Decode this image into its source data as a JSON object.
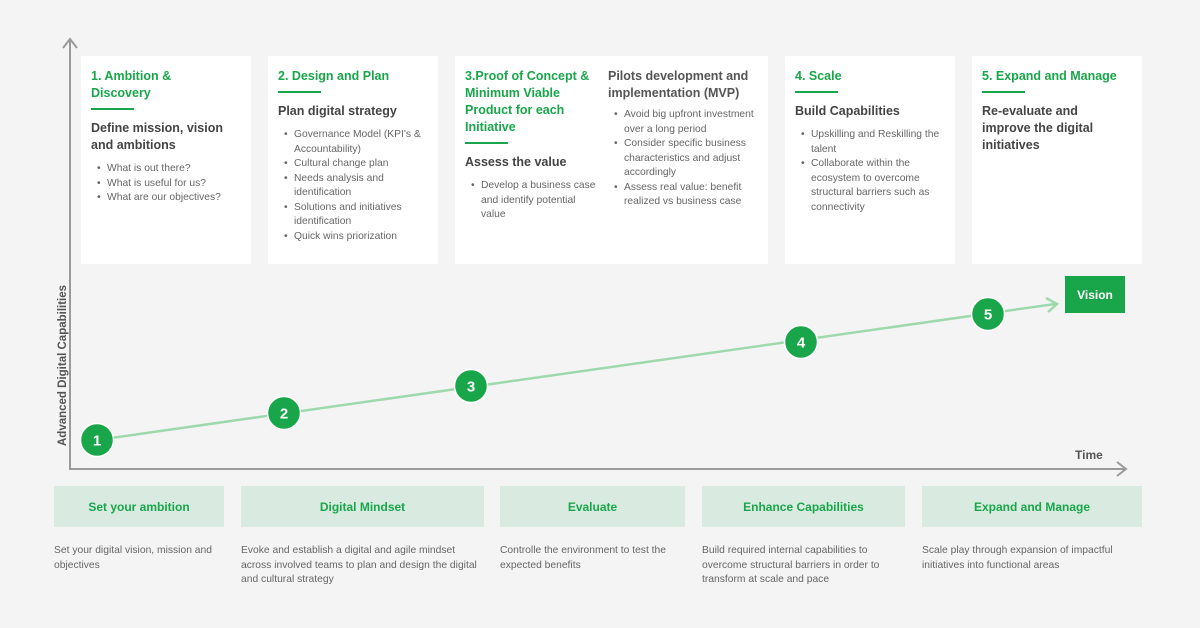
{
  "cards": [
    {
      "title": "1. Ambition & Discovery",
      "heading": "Define mission, vision and ambitions",
      "bullets": [
        "What is out there?",
        "What is useful for us?",
        "What are our objectives?"
      ]
    },
    {
      "title": "2. Design and Plan",
      "heading": "Plan digital strategy",
      "bullets": [
        "Governance Model (KPI's & Accountability)",
        "Cultural change plan",
        "Needs analysis and identification",
        "Solutions and initiatives identification",
        "Quick wins priorization"
      ]
    },
    {
      "title": "3.Proof of Concept & Minimum Viable Product for each Initiative",
      "heading": "Assess the value",
      "bullets": [
        "Develop a business case and identify potential value"
      ],
      "sub_heading": "Pilots development and implementation (MVP)",
      "sub_bullets": [
        "Avoid big upfront investment over a long period",
        "Consider specific business characteristics and adjust accordingly",
        "Assess real value: benefit realized vs business case"
      ]
    },
    {
      "title": "4. Scale",
      "heading": "Build Capabilities",
      "bullets": [
        "Upskilling and Reskilling the talent",
        "Collaborate within the ecosystem to overcome structural barriers such as connectivity"
      ]
    },
    {
      "title": "5. Expand and Manage",
      "heading": "Re-evaluate and improve the digital initiatives",
      "bullets": []
    }
  ],
  "axis": {
    "y_label": "Advanced Digital Capabilities",
    "x_label": "Time"
  },
  "milestones": [
    "1",
    "2",
    "3",
    "4",
    "5"
  ],
  "vision_label": "Vision",
  "phases": [
    {
      "label": "Set your ambition",
      "desc": "Set your digital vision, mission and objectives"
    },
    {
      "label": "Digital Mindset",
      "desc": "Evoke and establish a digital and agile mindset across involved teams to plan and design the digital and cultural strategy"
    },
    {
      "label": "Evaluate",
      "desc": "Controlle the environment to test the expected benefits"
    },
    {
      "label": "Enhance Capabilities",
      "desc": "Build required internal capabilities to overcome structural barriers in order to transform at scale and pace"
    },
    {
      "label": "Expand and Manage",
      "desc": "Scale play through expansion of impactful initiatives into functional areas"
    }
  ],
  "colors": {
    "accent": "#19a64a",
    "line": "#9dd9ad",
    "phase_bg": "#d9ebe0",
    "axis": "#9a9a9a"
  }
}
